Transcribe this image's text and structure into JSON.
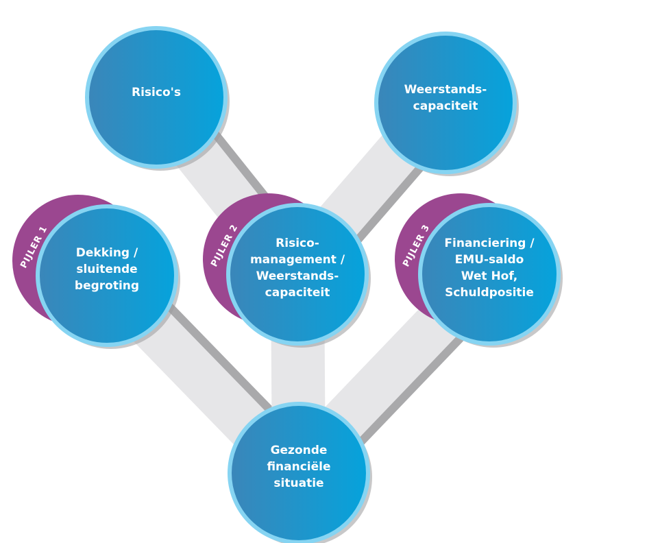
{
  "colors": {
    "node_fill_left": "#3b86b9",
    "node_fill_right": "#05a3dc",
    "node_ring": "#86d4f2",
    "pillar": "#9b4790",
    "connector": "#e6e6e8",
    "connector_edge": "#a9a9ab"
  },
  "nodes": [
    {
      "id": "risicos",
      "lines": [
        "Risico's"
      ]
    },
    {
      "id": "weerstandscapaciteit",
      "lines": [
        "Weerstands-",
        "capaciteit"
      ]
    },
    {
      "id": "dekking",
      "lines": [
        "Dekking /",
        "sluitende",
        "begroting"
      ],
      "pillar": "PIJLER 1"
    },
    {
      "id": "risicomanagement",
      "lines": [
        "Risico-",
        "management /",
        "Weerstands-",
        "capaciteit"
      ],
      "pillar": "PIJLER 2"
    },
    {
      "id": "financiering",
      "lines": [
        "Financiering /",
        "EMU-saldo",
        "Wet Hof,",
        "Schuldpositie"
      ],
      "pillar": "PIJLER 3"
    },
    {
      "id": "gezonde",
      "lines": [
        "Gezonde",
        "financiële",
        "situatie"
      ]
    }
  ],
  "edges": [
    [
      "risicos",
      "risicomanagement"
    ],
    [
      "weerstandscapaciteit",
      "risicomanagement"
    ],
    [
      "dekking",
      "gezonde"
    ],
    [
      "risicomanagement",
      "gezonde"
    ],
    [
      "financiering",
      "gezonde"
    ]
  ]
}
